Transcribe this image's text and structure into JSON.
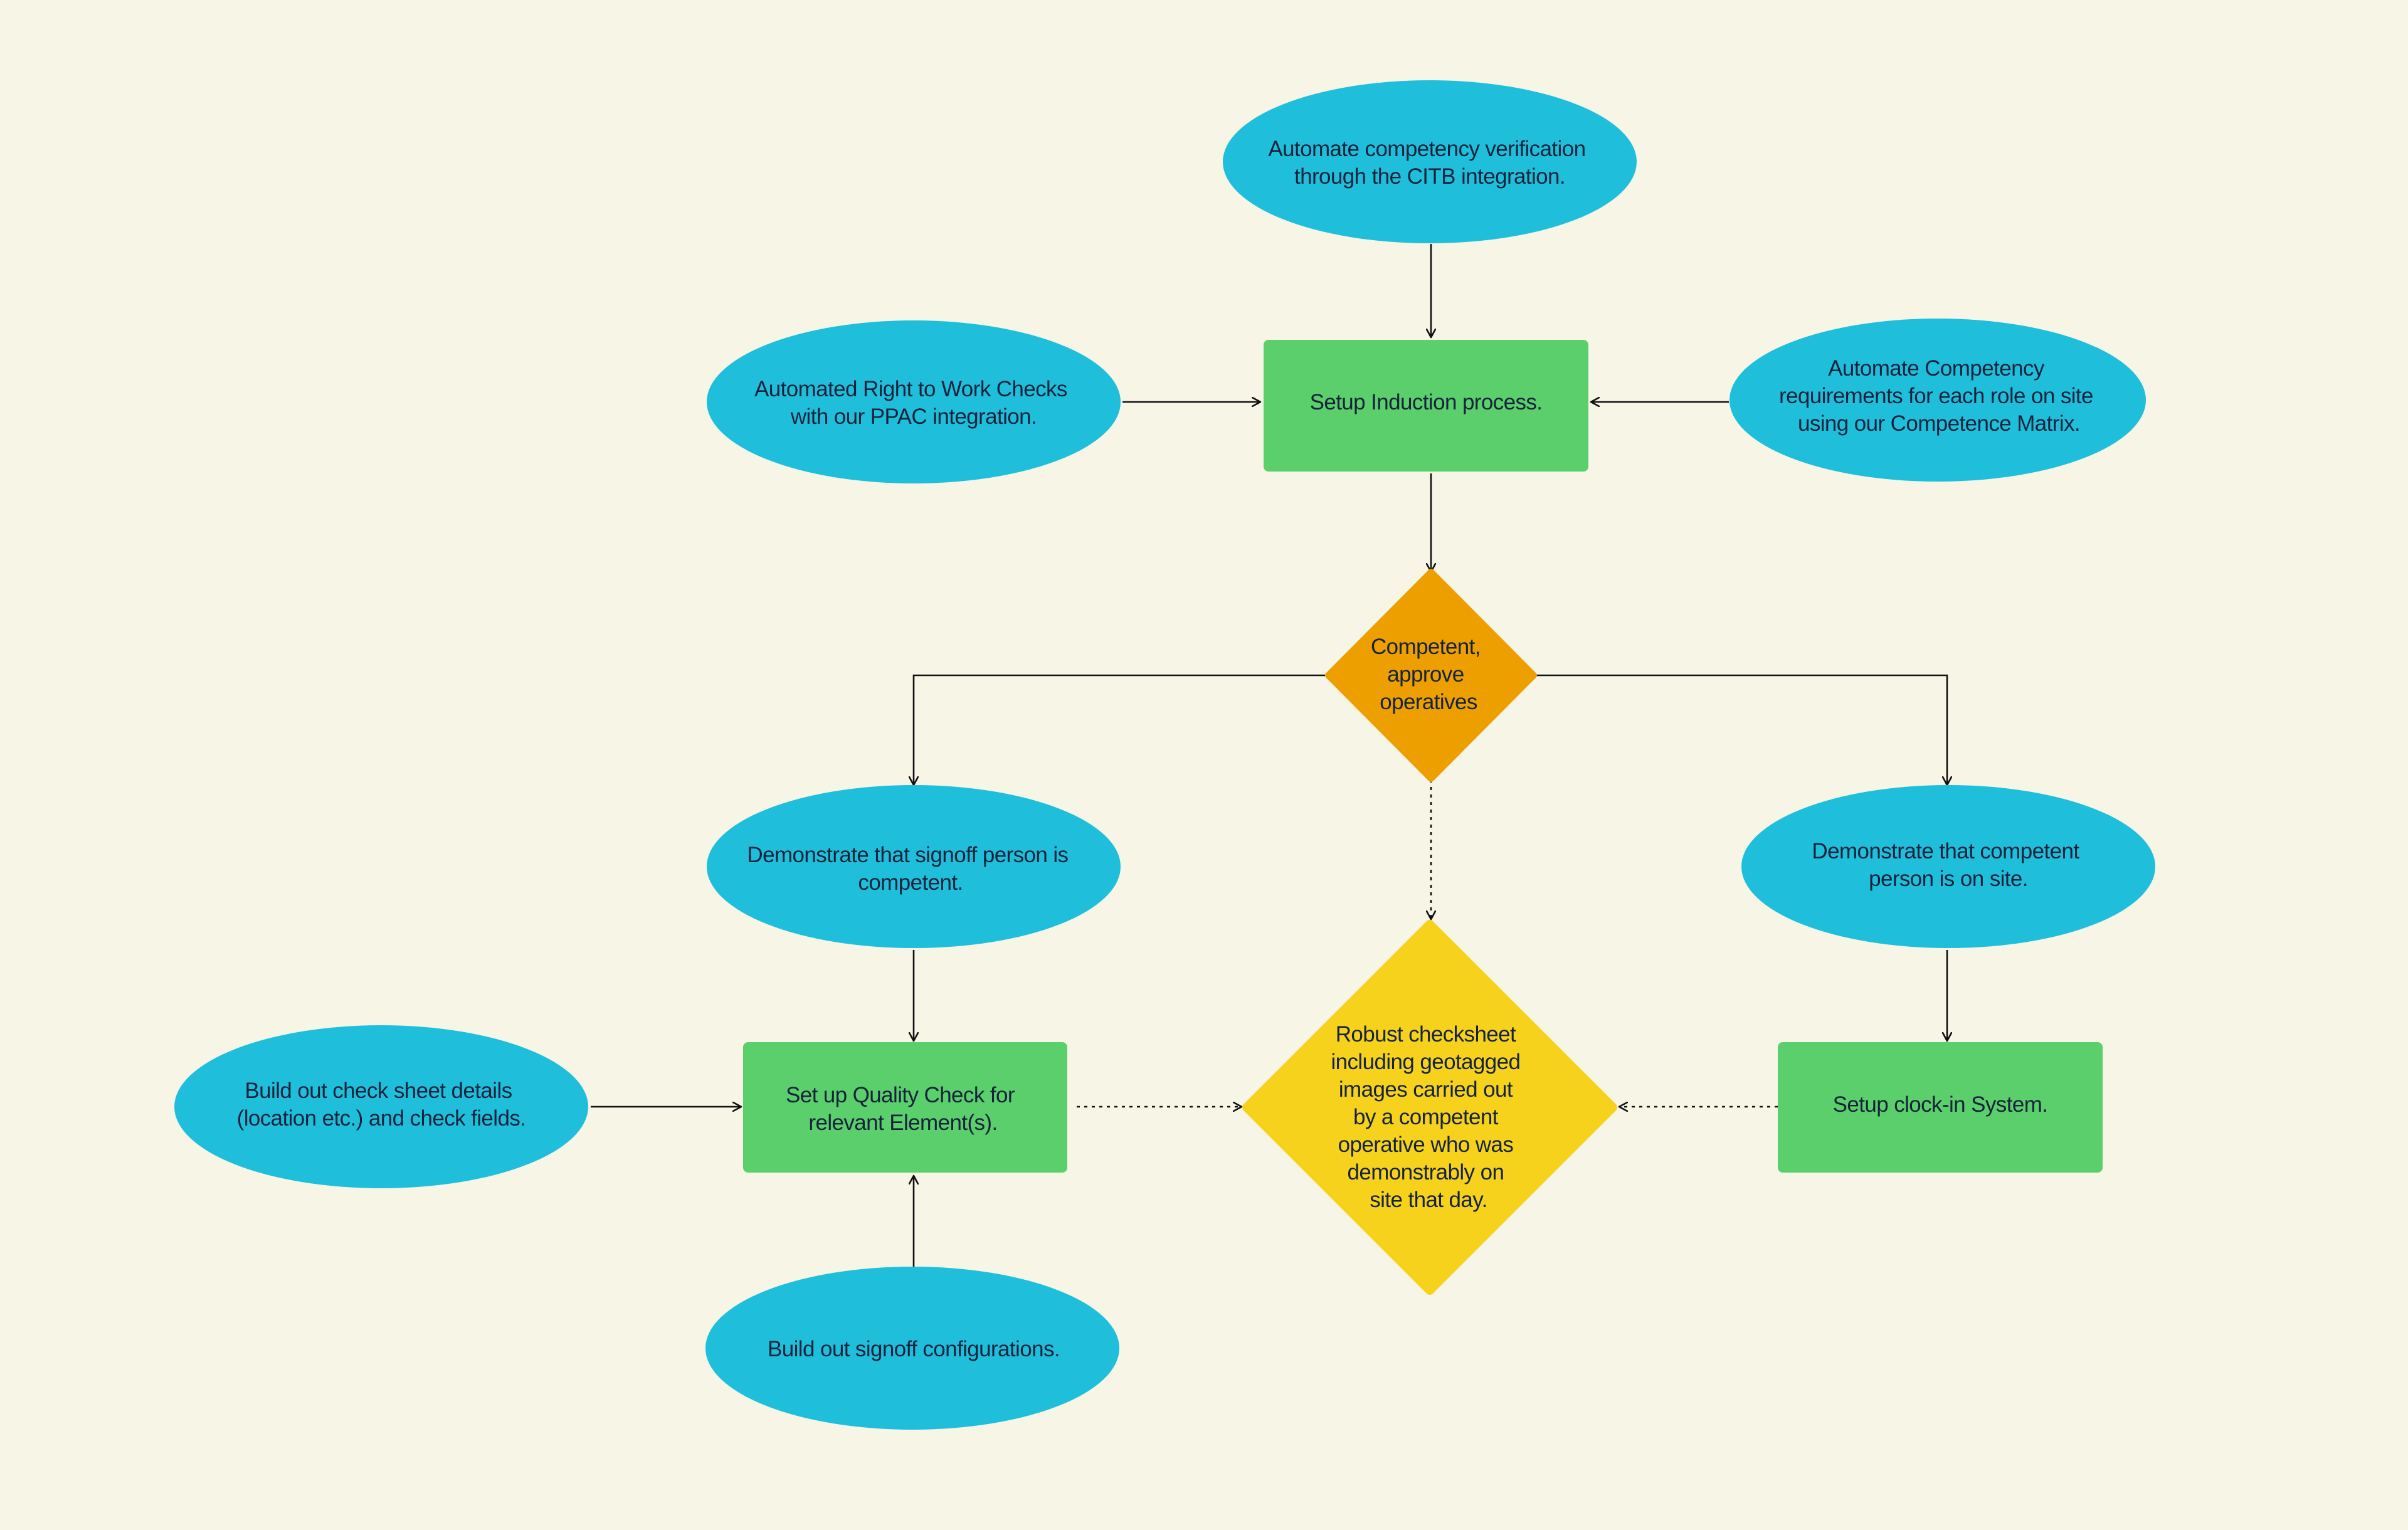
{
  "colors": {
    "background": "#f6f5e6",
    "ellipse": "#1fbfdc",
    "rect": "#5bcf6b",
    "diamond_decision": "#ee9f00",
    "diamond_outcome": "#f7d21c",
    "text": "#15233a",
    "edge": "#111111"
  },
  "nodes": {
    "citb": [
      "Automate competency verification",
      "through the CITB integration."
    ],
    "right_to_work": [
      "Automated Right to Work Checks",
      "with our PPAC integration."
    ],
    "induction": [
      "Setup Induction process."
    ],
    "competence_matrix": [
      "Automate Competency",
      "requirements for each role on site",
      "using our Competence Matrix."
    ],
    "competent_approve": [
      "Competent,",
      "approve",
      "operatives"
    ],
    "signoff_competent": [
      "Demonstrate that signoff person is",
      "competent."
    ],
    "competent_on_site": [
      "Demonstrate that competent",
      "person is on site."
    ],
    "check_sheet_details": [
      "Build out check sheet details",
      "(location etc.) and check fields."
    ],
    "quality_check": [
      "Set up Quality Check for",
      "relevant Element(s)."
    ],
    "robust_checksheet": [
      "Robust checksheet",
      "including geotagged",
      "images carried out",
      "by a competent",
      "operative who was",
      "demonstrably on",
      "site that day."
    ],
    "clock_in": [
      "Setup clock-in System."
    ],
    "signoff_config": [
      "Build out signoff configurations."
    ]
  },
  "edges": [
    {
      "from": "citb",
      "to": "induction",
      "style": "solid"
    },
    {
      "from": "right_to_work",
      "to": "induction",
      "style": "solid"
    },
    {
      "from": "competence_matrix",
      "to": "induction",
      "style": "solid"
    },
    {
      "from": "induction",
      "to": "competent_approve",
      "style": "solid"
    },
    {
      "from": "competent_approve",
      "to": "signoff_competent",
      "style": "solid"
    },
    {
      "from": "competent_approve",
      "to": "competent_on_site",
      "style": "solid"
    },
    {
      "from": "competent_approve",
      "to": "robust_checksheet",
      "style": "dotted"
    },
    {
      "from": "signoff_competent",
      "to": "quality_check",
      "style": "solid"
    },
    {
      "from": "check_sheet_details",
      "to": "quality_check",
      "style": "solid"
    },
    {
      "from": "signoff_config",
      "to": "quality_check",
      "style": "solid"
    },
    {
      "from": "quality_check",
      "to": "robust_checksheet",
      "style": "dotted"
    },
    {
      "from": "competent_on_site",
      "to": "clock_in",
      "style": "solid"
    },
    {
      "from": "clock_in",
      "to": "robust_checksheet",
      "style": "dotted"
    }
  ]
}
